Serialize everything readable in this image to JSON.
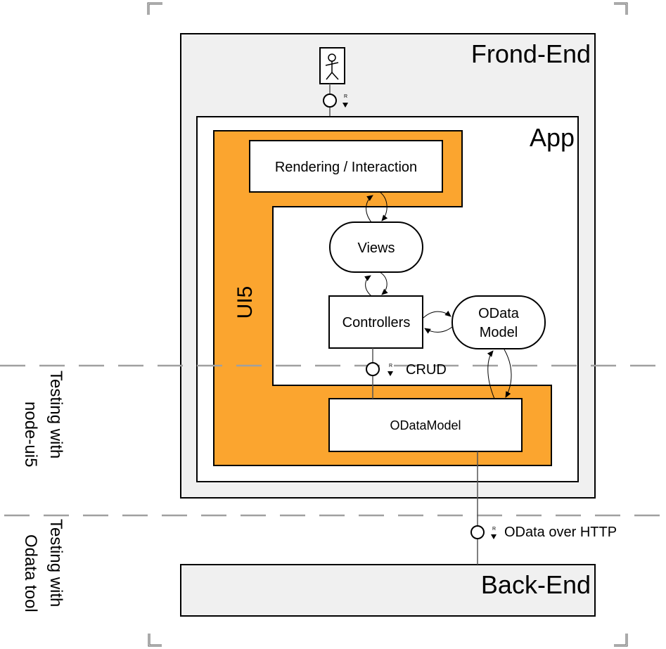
{
  "diagram": {
    "frontend": {
      "title": "Frond-End"
    },
    "app": {
      "title": "App"
    },
    "ui5": {
      "title": "UI5",
      "color": "#fba52f"
    },
    "nodes": {
      "rendering": "Rendering / Interaction",
      "views": "Views",
      "controllers": "Controllers",
      "odata_model_line1": "OData",
      "odata_model_line2": "Model",
      "odatamodel": "ODataModel"
    },
    "interfaces": {
      "actor_port_marker": "R",
      "crud_marker": "R",
      "crud_label": "CRUD",
      "http_marker": "R",
      "http_label": "OData over HTTP"
    },
    "backend": {
      "title": "Back-End"
    },
    "testing_zones": [
      {
        "line1": "Testing with",
        "line2": "node-ui5"
      },
      {
        "line1": "Testing with",
        "line2": "Odata tool"
      }
    ],
    "colors": {
      "container_fill": "#f0f0f0",
      "ui5_fill": "#fba52f",
      "dashed_line": "#a0a0a0"
    }
  }
}
